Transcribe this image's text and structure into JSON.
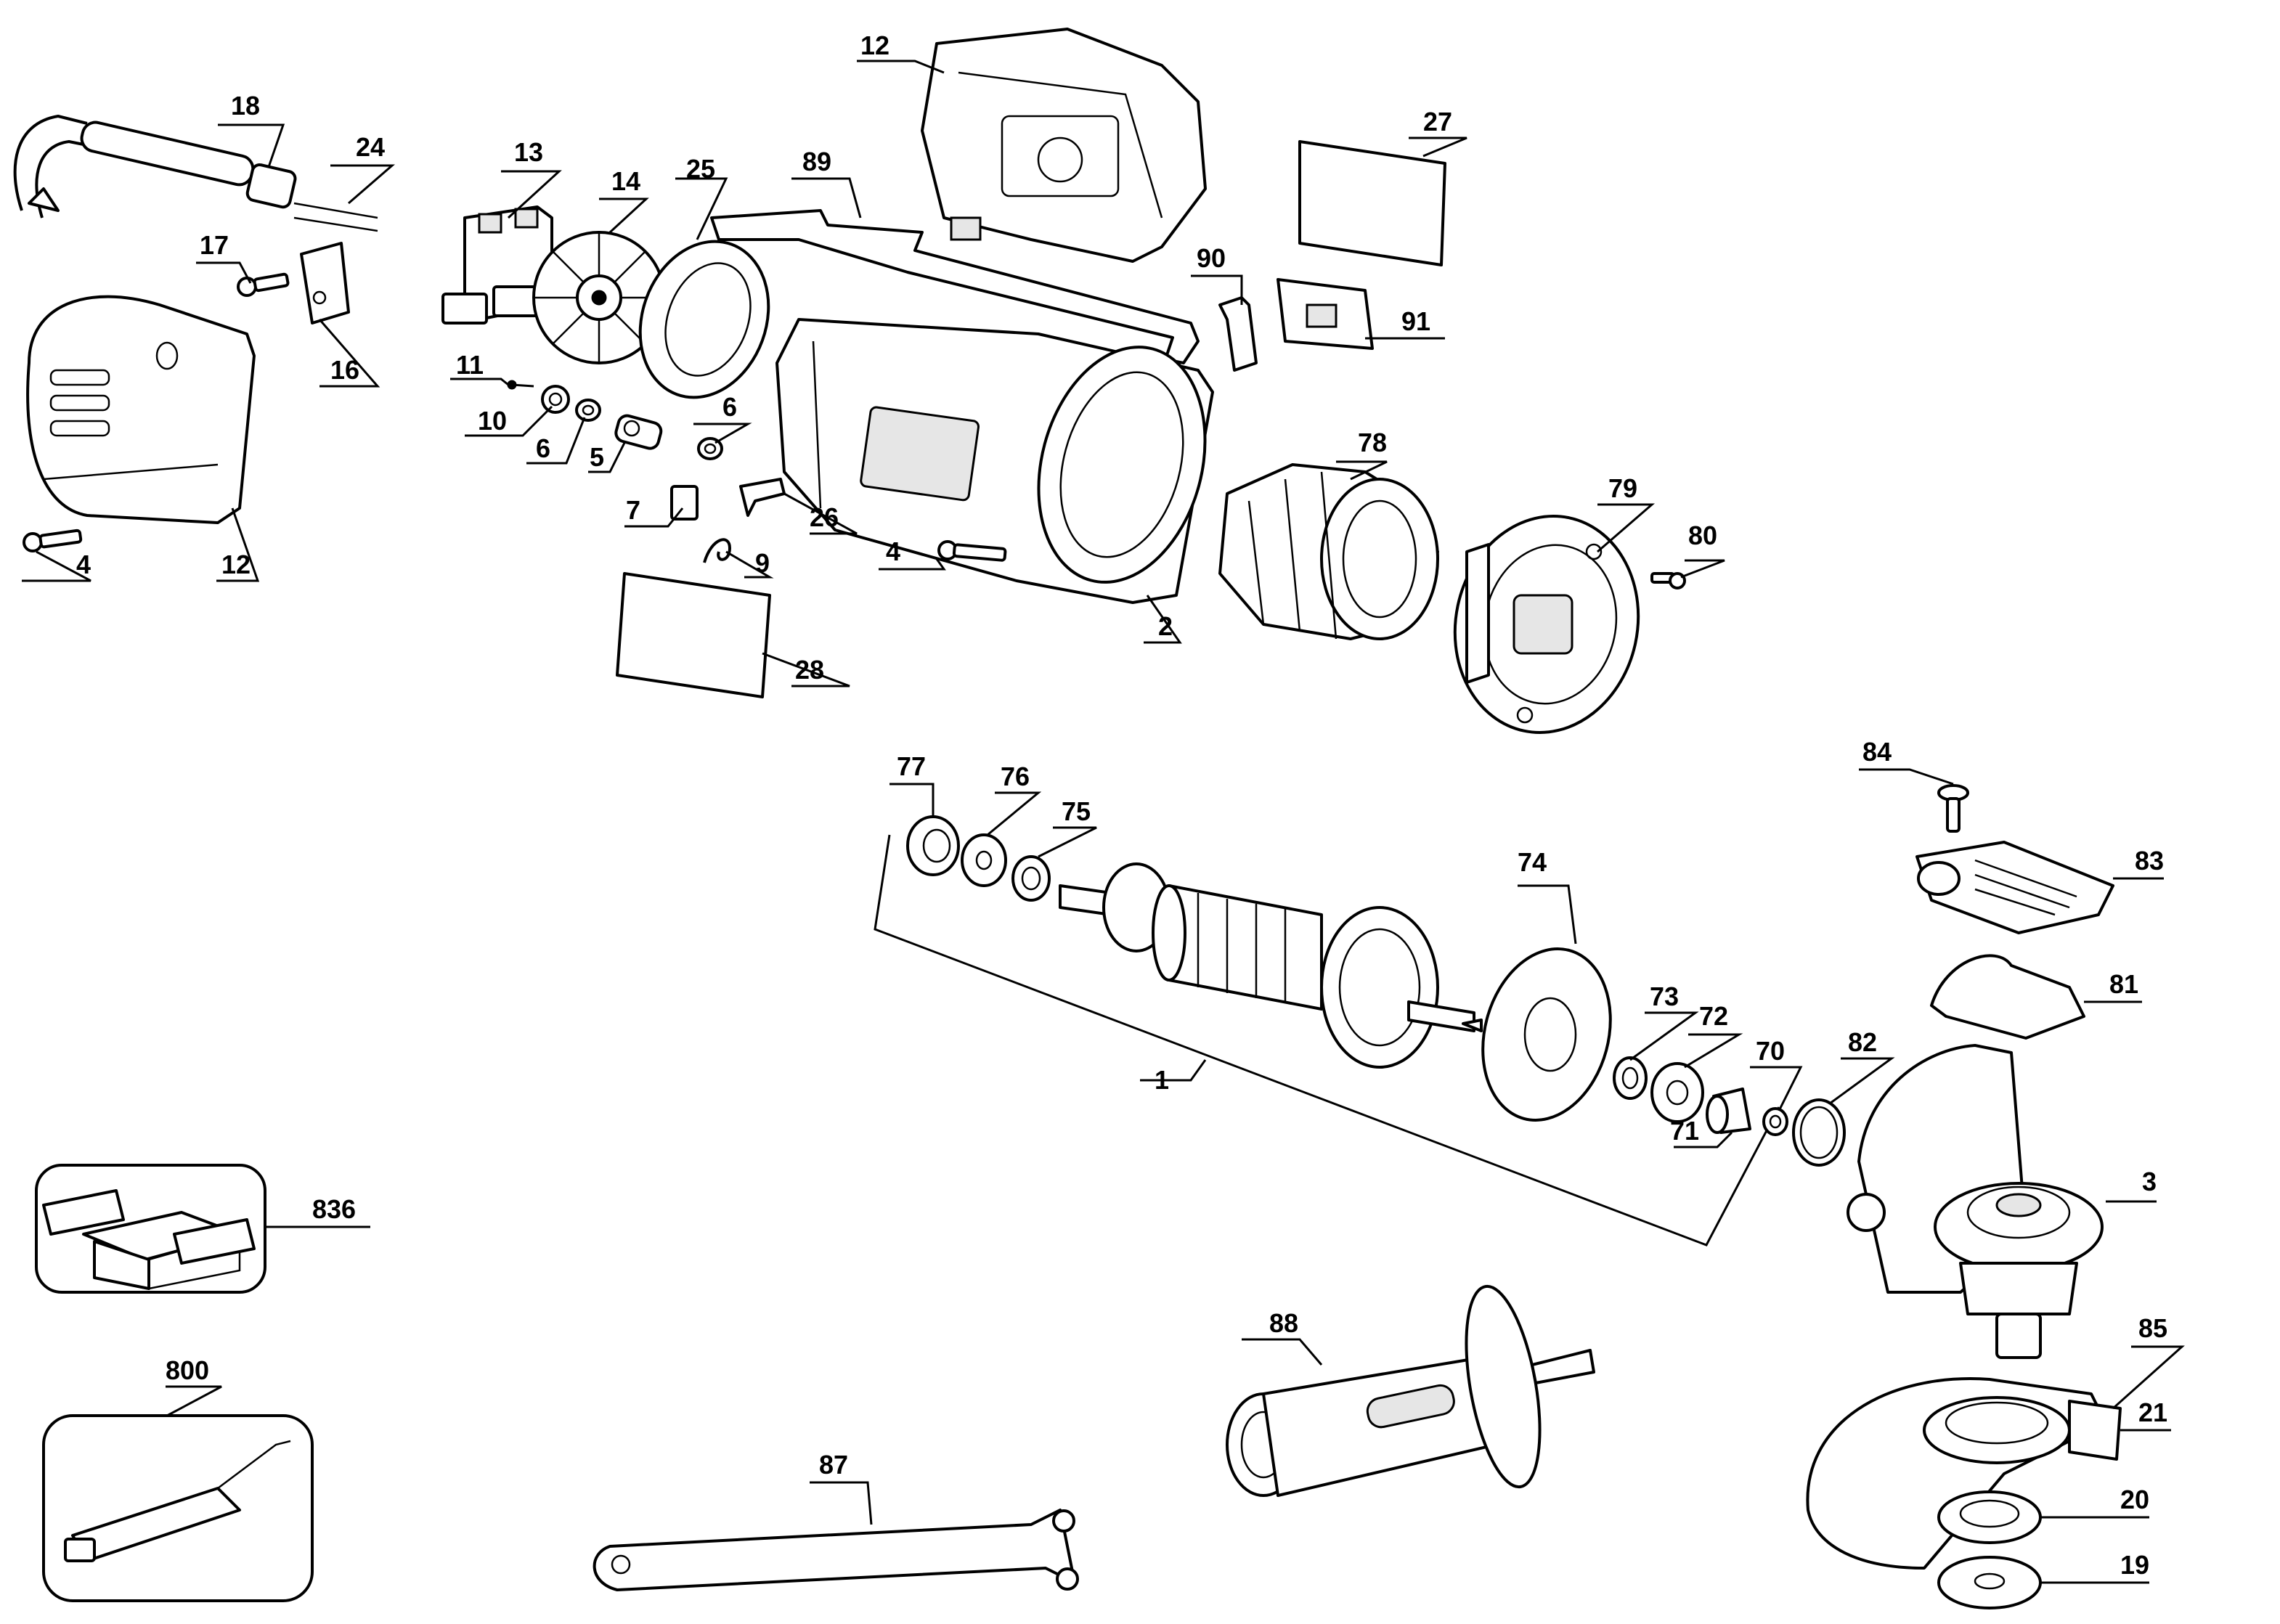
{
  "diagram": {
    "part_numbers": [
      "18",
      "24",
      "13",
      "14",
      "25",
      "89",
      "12",
      "27",
      "17",
      "16",
      "90",
      "91",
      "11",
      "10",
      "6",
      "5",
      "6",
      "12",
      "4",
      "7",
      "26",
      "9",
      "4",
      "2",
      "28",
      "78",
      "79",
      "80",
      "77",
      "76",
      "75",
      "74",
      "84",
      "83",
      "81",
      "73",
      "72",
      "70",
      "82",
      "71",
      "1",
      "3",
      "836",
      "800",
      "88",
      "85",
      "21",
      "20",
      "87",
      "19"
    ]
  }
}
